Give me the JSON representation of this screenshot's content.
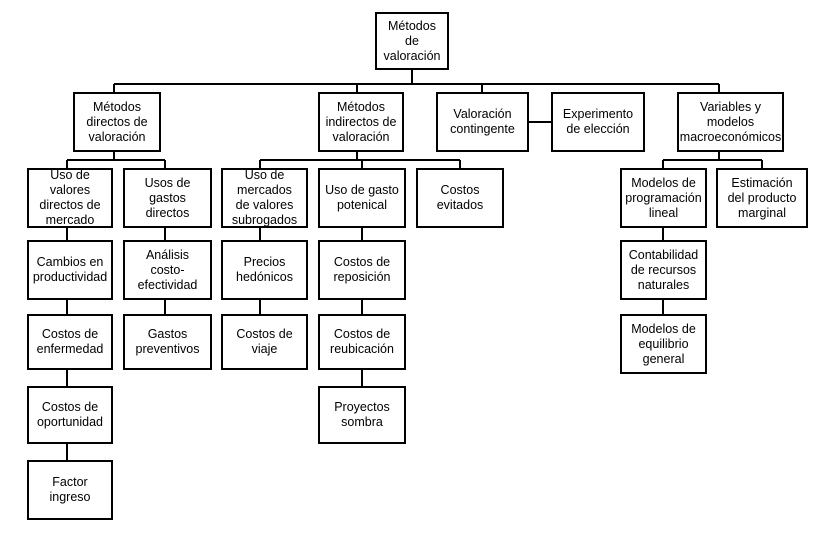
{
  "diagram": {
    "type": "hierarchy",
    "nodes": {
      "root": "Métodos de\nvaloración",
      "directos": "Métodos\ndirectos de\nvaloración",
      "indirectos": "Métodos\nindirectos de\nvaloración",
      "contingente": "Valoración\ncontingente",
      "experimento": "Experimento\nde elección",
      "macro": "Variables y\nmodelos\nmacroeconómicos",
      "uso_valores": "Uso de\nvalores\ndirectos de\nmercado",
      "uso_gastos": "Usos de\ngastos\ndirectos",
      "cambios": "Cambios en\nproductividad",
      "enfermedad": "Costos de\nenfermedad",
      "oportunidad": "Costos de\noportunidad",
      "factor": "Factor\ningreso",
      "analisis": "Análisis\ncosto-\nefectividad",
      "preventivos": "Gastos\npreventivos",
      "subrogados": "Uso de\nmercados\nde valores\nsubrogados",
      "gasto_potencial": "Uso de gasto\npotenical",
      "evitados": "Costos\nevitados",
      "hedonicos": "Precios\nhedónicos",
      "viaje": "Costos de\nviaje",
      "reposicion": "Costos de\nreposición",
      "reubicacion": "Costos de\nreubicación",
      "sombra": "Proyectos\nsombra",
      "programacion": "Modelos de\nprogramación\nlineal",
      "estimacion": "Estimación\ndel producto\nmarginal",
      "contabilidad": "Contabilidad\nde recursos\nnaturales",
      "equilibrio": "Modelos de\nequilibrio\ngeneral"
    }
  }
}
